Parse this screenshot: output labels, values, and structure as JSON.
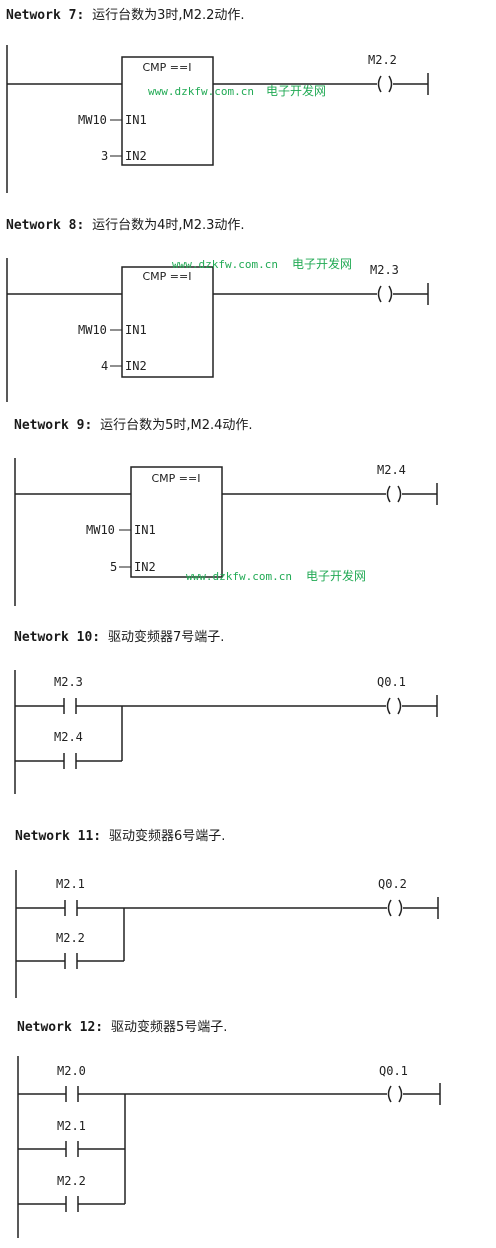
{
  "watermark": {
    "url": "www.dzkfw.com.cn",
    "text": "电子开发网"
  },
  "networks": [
    {
      "label": "Network 7",
      "comment": "运行台数为3时,M2.2动作.",
      "box_title": "CMP ==I",
      "in1_label": "IN1",
      "in2_label": "IN2",
      "in1_operand": "MW10",
      "in2_operand": "3",
      "coil": "M2.2"
    },
    {
      "label": "Network 8",
      "comment": "运行台数为4时,M2.3动作.",
      "box_title": "CMP ==I",
      "in1_label": "IN1",
      "in2_label": "IN2",
      "in1_operand": "MW10",
      "in2_operand": "4",
      "coil": "M2.3"
    },
    {
      "label": "Network 9",
      "comment": "运行台数为5时,M2.4动作.",
      "box_title": "CMP ==I",
      "in1_label": "IN1",
      "in2_label": "IN2",
      "in1_operand": "MW10",
      "in2_operand": "5",
      "coil": "M2.4"
    },
    {
      "label": "Network 10",
      "comment": "驱动变频器7号端子.",
      "contacts": [
        "M2.3",
        "M2.4"
      ],
      "coil": "Q0.1"
    },
    {
      "label": "Network 11",
      "comment": "驱动变频器6号端子.",
      "contacts": [
        "M2.1",
        "M2.2"
      ],
      "coil": "Q0.2"
    },
    {
      "label": "Network 12",
      "comment": "驱动变频器5号端子.",
      "contacts": [
        "M2.0",
        "M2.1",
        "M2.2"
      ],
      "coil": "Q0.1"
    }
  ]
}
